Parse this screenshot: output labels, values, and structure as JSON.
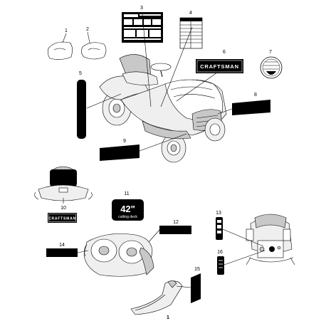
{
  "callouts": {
    "c1": "1",
    "c2": "2",
    "c3": "3",
    "c4": "4",
    "c5": "5",
    "c6": "6",
    "c7": "7",
    "c8": "8",
    "c9": "9",
    "c10": "10",
    "c11": "11",
    "c12": "12",
    "c13": "13",
    "c14": "14",
    "c15": "15",
    "c16": "16",
    "c1b": "1"
  },
  "labels": {
    "brand_large": "CRAFTSMAN",
    "brand_small": "CRAFTSMAN",
    "deck_size": "42\"",
    "deck_text": "cutting deck"
  }
}
